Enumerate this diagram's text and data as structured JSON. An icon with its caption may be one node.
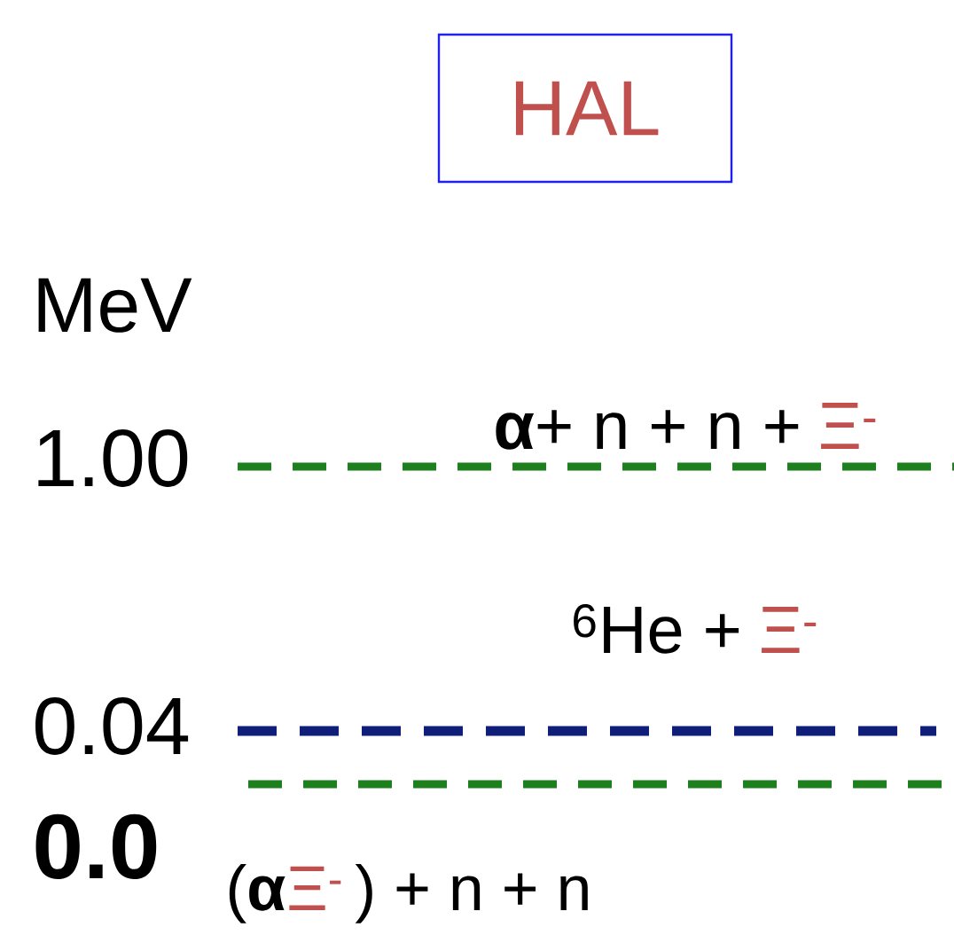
{
  "diagram": {
    "nodes": [
      {
        "text": [
          "HAL"
        ]
      }
    ],
    "labels": [
      "MeV",
      "**α**+ n + n +",
      "Ξ$^{-}$",
      "1.00",
      "$^{6}$He +",
      "Ξ$^{-}$",
      "0.04",
      "0.0",
      "(**α**",
      "Ξ$^{-}$",
      ") + n + n"
    ]
  }
}
